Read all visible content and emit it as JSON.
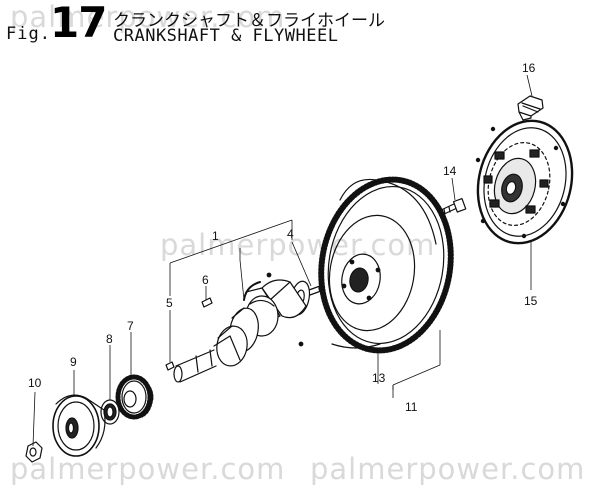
{
  "header": {
    "fig_prefix": "Fig.",
    "fig_number": "17",
    "title_jp": "クランクシャフト＆フライホイール",
    "title_en": "CRANKSHAFT & FLYWHEEL"
  },
  "watermarks": [
    "palmerpower.com",
    "palmerpower.com",
    "palmerpower.com",
    "palmerpower.com"
  ],
  "callouts": [
    "1",
    "4",
    "5",
    "6",
    "7",
    "8",
    "9",
    "10",
    "11",
    "13",
    "14",
    "15",
    "16"
  ]
}
